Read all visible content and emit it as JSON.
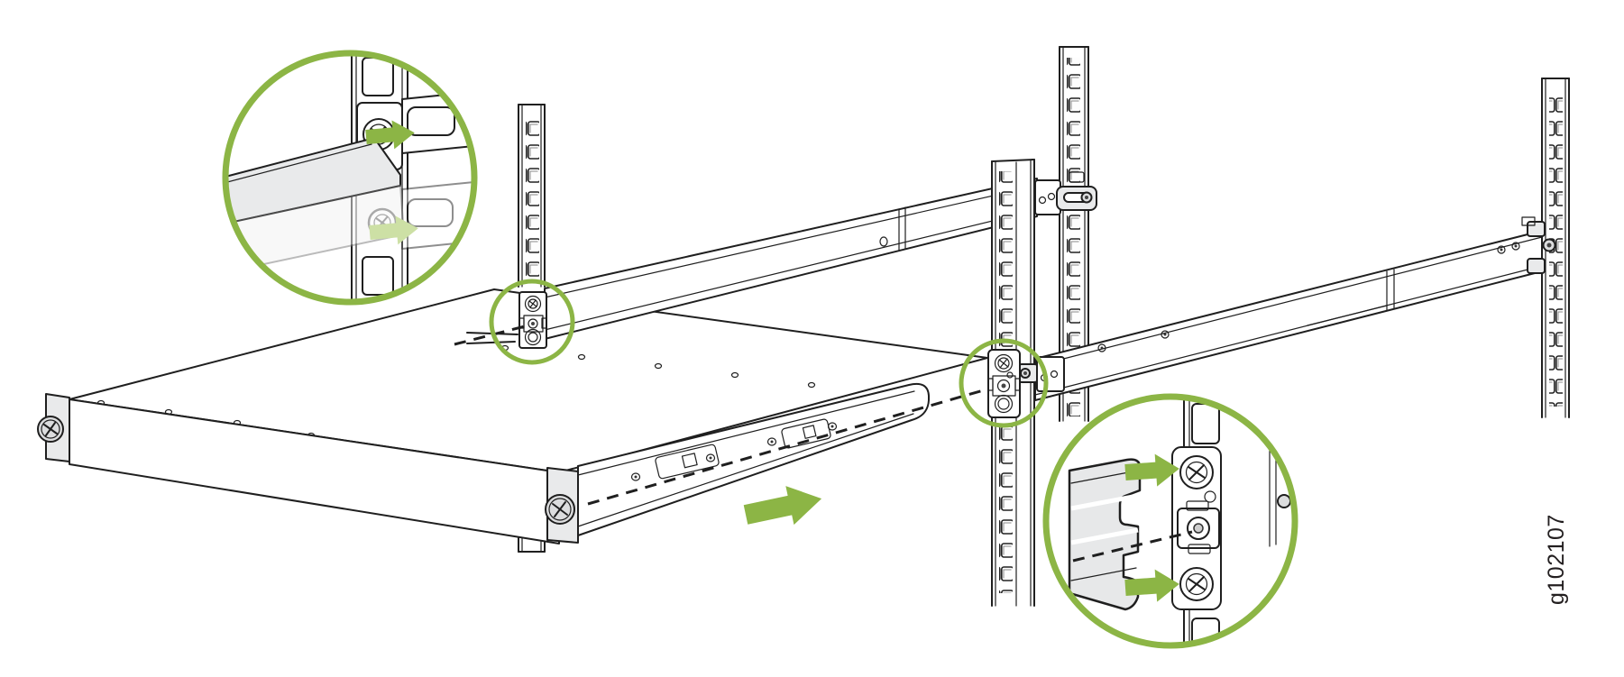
{
  "figure": {
    "caption_id": "g102107"
  },
  "colors": {
    "accent-green": "#8CB545",
    "accent-green-faded": "#CDE0A5",
    "line": "#1F1F1F",
    "fill-white": "#FFFFFF",
    "fill-gray-light": "#E9EAEB",
    "fill-gray": "#DCDDDE",
    "background": "#FFFFFF"
  },
  "parts": [
    {
      "name": "rack-post-front-left"
    },
    {
      "name": "rack-post-front-right"
    },
    {
      "name": "rack-post-rear-left"
    },
    {
      "name": "rack-post-rear-right"
    },
    {
      "name": "slide-rail-left"
    },
    {
      "name": "slide-rail-right"
    },
    {
      "name": "device-chassis"
    },
    {
      "name": "chassis-inner-rail"
    },
    {
      "name": "thumbscrew-left"
    },
    {
      "name": "thumbscrew-right"
    },
    {
      "name": "keyhole-bracket-front-left"
    },
    {
      "name": "keyhole-bracket-front-right"
    },
    {
      "name": "callout-detail-left"
    },
    {
      "name": "callout-detail-right"
    },
    {
      "name": "insertion-arrow"
    },
    {
      "name": "alignment-dashed-line"
    }
  ]
}
